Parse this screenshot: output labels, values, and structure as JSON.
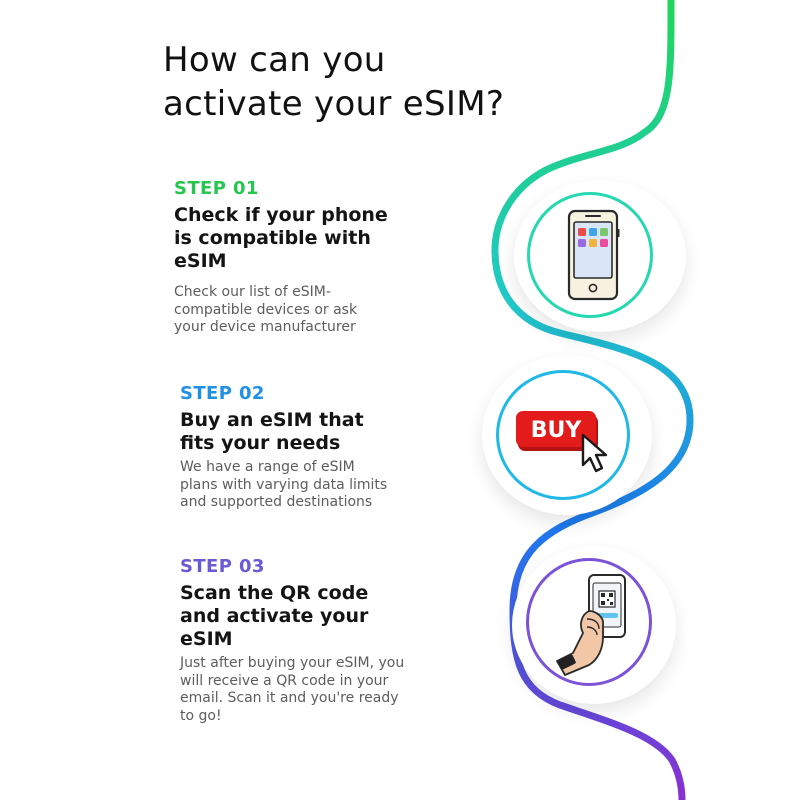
{
  "title_line1": "How can you",
  "title_line2": "activate your eSIM?",
  "steps": [
    {
      "label": "STEP 01",
      "heading": "Check if your phone is compatible with eSIM",
      "description": "Check our list of eSIM-compatible devices or ask your device manufacturer",
      "icon": "smartphone-icon"
    },
    {
      "label": "STEP 02",
      "heading": "Buy an eSIM that fits your needs",
      "description": "We have a range of eSIM plans with varying data limits and supported destinations",
      "icon": "buy-button-cursor-icon",
      "icon_text": "BUY"
    },
    {
      "label": "STEP 03",
      "heading": "Scan the QR code and activate your eSIM",
      "description": "Just after buying your eSIM, you will receive a QR code in your email. Scan it and you're ready to go!",
      "icon": "hand-phone-qr-icon"
    }
  ],
  "colors": {
    "green": "#27c64e",
    "blue": "#1e90e6",
    "purple": "#6a5ad6",
    "buy_red": "#e41b1b"
  }
}
